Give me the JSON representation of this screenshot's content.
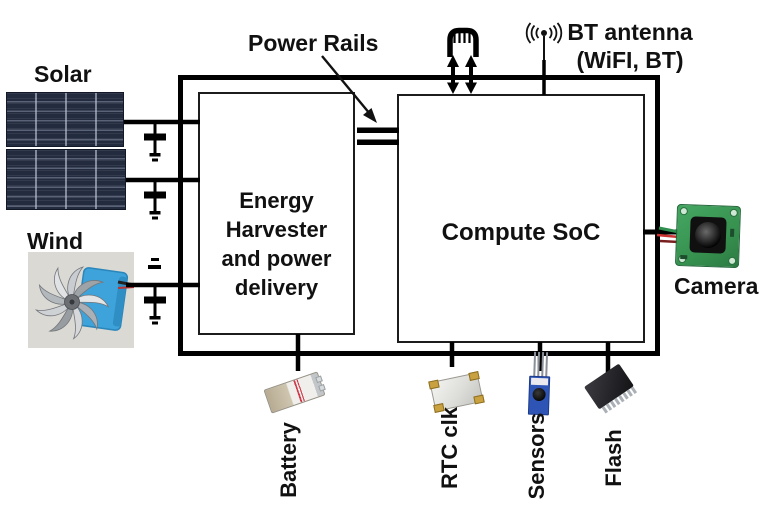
{
  "labels": {
    "solar": "Solar",
    "wind": "Wind",
    "power_rails": "Power Rails",
    "bt_antenna": "BT antenna",
    "bt_antenna_sub": "(WiFI, BT)",
    "camera": "Camera",
    "battery": "Battery",
    "rtc_clk": "RTC clk",
    "sensors": "Sensors",
    "flash": "Flash"
  },
  "blocks": {
    "energy_harvester": {
      "lines": [
        "Energy",
        "Harvester",
        "and power",
        "delivery"
      ]
    },
    "compute_soc": {
      "label": "Compute SoC"
    }
  },
  "icons": {
    "usb_connector": "usb-connector-with-bidirectional-arrows",
    "antenna": "radiating-antenna-icon",
    "capacitor": "capacitor-to-ground-symbol",
    "power_rails": "power-rail-capacitor-bars",
    "pointer_arrow": "power-rails-pointer-arrow"
  },
  "colors": {
    "line": "#000000",
    "solar_panel": "#232b3f",
    "wind_mount_blue": "#3da3da",
    "camera_pcb_green": "#37914f",
    "sensor_pcb_blue": "#2e55b5",
    "battery_stripe_red": "#d23b4b",
    "flash_body": "#232327"
  }
}
